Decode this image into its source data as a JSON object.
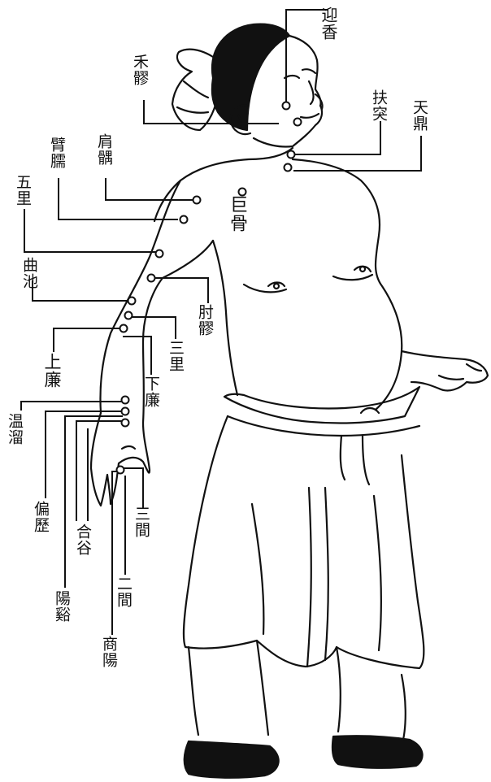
{
  "figure": {
    "ink_color": "#111111",
    "paper_color": "#ffffff",
    "points": [
      {
        "id": "yingxiang",
        "text": "迎香"
      },
      {
        "id": "heliao",
        "text": "禾髎"
      },
      {
        "id": "futu",
        "text": "扶突"
      },
      {
        "id": "tianding",
        "text": "天鼎"
      },
      {
        "id": "binao",
        "text": "臂臑"
      },
      {
        "id": "jianyu",
        "text": "肩髃"
      },
      {
        "id": "jugu",
        "text": "巨骨"
      },
      {
        "id": "wuli",
        "text": "五里"
      },
      {
        "id": "quchi",
        "text": "曲池"
      },
      {
        "id": "zhouliao",
        "text": "肘髎"
      },
      {
        "id": "shousanli",
        "text": "三里"
      },
      {
        "id": "shanglian",
        "text": "上廉"
      },
      {
        "id": "xialian",
        "text": "下廉"
      },
      {
        "id": "wenliu",
        "text": "温溜"
      },
      {
        "id": "pianli",
        "text": "偏歷"
      },
      {
        "id": "hegu",
        "text": "合谷"
      },
      {
        "id": "yangxi",
        "text": "陽谿"
      },
      {
        "id": "sanjian",
        "text": "三間"
      },
      {
        "id": "erjian",
        "text": "二間"
      },
      {
        "id": "shangyang",
        "text": "商陽"
      }
    ]
  }
}
